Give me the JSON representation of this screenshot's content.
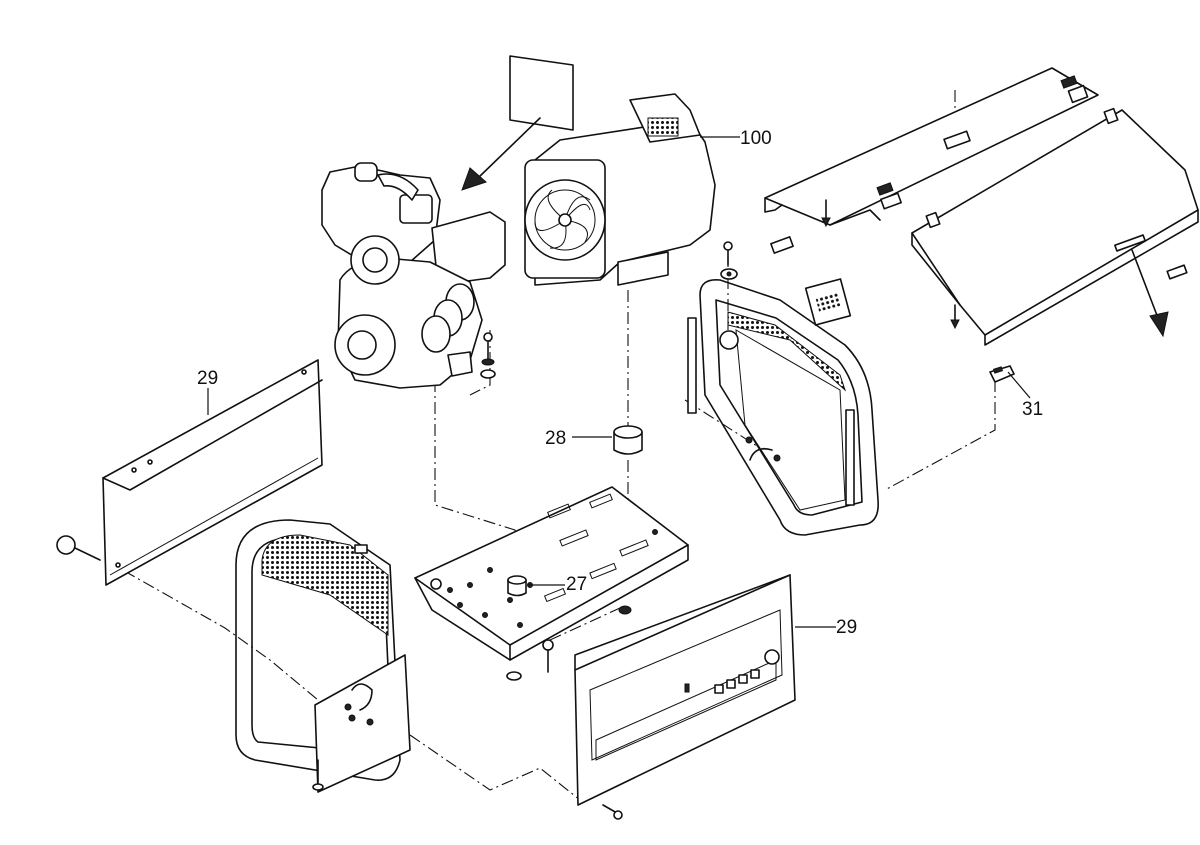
{
  "callouts": [
    {
      "id": "c100",
      "label": "100"
    },
    {
      "id": "c29a",
      "label": "29"
    },
    {
      "id": "c28",
      "label": "28"
    },
    {
      "id": "c31",
      "label": "31"
    },
    {
      "id": "c27",
      "label": "27"
    },
    {
      "id": "c29b",
      "label": "29"
    }
  ]
}
